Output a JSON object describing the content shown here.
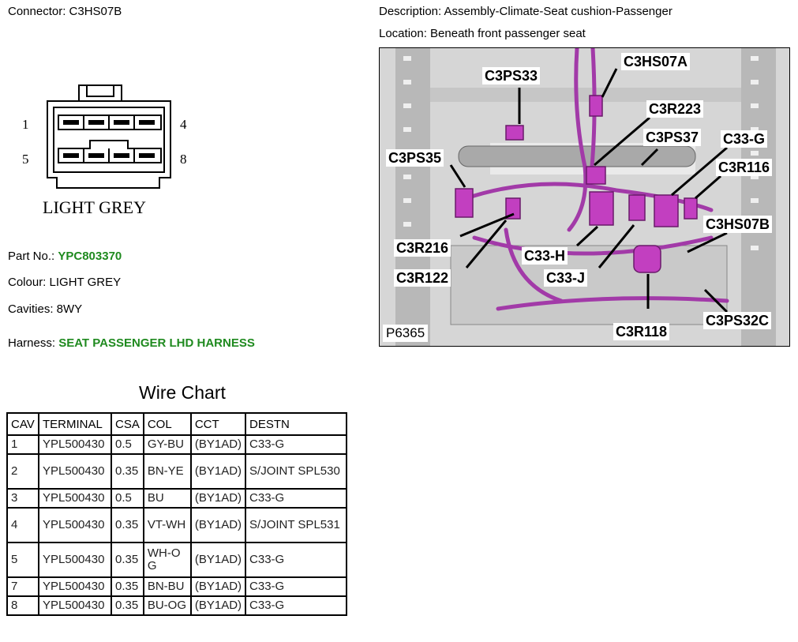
{
  "header": {
    "connector_label": "Connector: C3HS07B",
    "description_label": "Description: Assembly-Climate-Seat cushion-Passenger",
    "location_label": "Location: Beneath front passenger seat"
  },
  "connector": {
    "pin_1": "1",
    "pin_4": "4",
    "pin_5": "5",
    "pin_8": "8",
    "colour_text": "LIGHT GREY"
  },
  "info": {
    "part_prefix": "Part No.: ",
    "part_value": "YPC803370",
    "colour": "Colour: LIGHT GREY",
    "cavities": "Cavities: 8WY",
    "harness_prefix": "Harness: ",
    "harness_value": "SEAT PASSENGER LHD HARNESS"
  },
  "photo": {
    "code": "P6365",
    "callouts": {
      "c3ps33": "C3PS33",
      "c3hs07a": "C3HS07A",
      "c3r223": "C3R223",
      "c3ps37": "C3PS37",
      "c33g": "C33-G",
      "c3ps35": "C3PS35",
      "c3r116": "C3R116",
      "c3hs07b": "C3HS07B",
      "c3r216": "C3R216",
      "c33h": "C33-H",
      "c3r122": "C3R122",
      "c33j": "C33-J",
      "c3r118": "C3R118",
      "c3ps32c": "C3PS32C"
    }
  },
  "wire_chart": {
    "title": "Wire Chart",
    "headers": [
      "CAV",
      "TERMINAL",
      "CSA",
      "COL",
      "CCT",
      "DESTN"
    ],
    "rows": [
      [
        "1",
        "YPL500430",
        "0.5",
        "GY-BU",
        "(BY1AD)",
        "C33-G"
      ],
      [
        "2",
        "YPL500430",
        "0.35",
        "BN-YE",
        "(BY1AD)",
        "S/JOINT SPL530"
      ],
      [
        "3",
        "YPL500430",
        "0.5",
        "BU",
        "(BY1AD)",
        "C33-G"
      ],
      [
        "4",
        "YPL500430",
        "0.35",
        "VT-WH",
        "(BY1AD)",
        "S/JOINT SPL531"
      ],
      [
        "5",
        "YPL500430",
        "0.35",
        "WH-OG",
        "(BY1AD)",
        "C33-G"
      ],
      [
        "7",
        "YPL500430",
        "0.35",
        "BN-BU",
        "(BY1AD)",
        "C33-G"
      ],
      [
        "8",
        "YPL500430",
        "0.35",
        "BU-OG",
        "(BY1AD)",
        "C33-G"
      ]
    ]
  },
  "colors": {
    "link_green": "#1f8a1f",
    "harness_purple": "#a23aa8",
    "connector_magenta": "#c23fc0"
  }
}
